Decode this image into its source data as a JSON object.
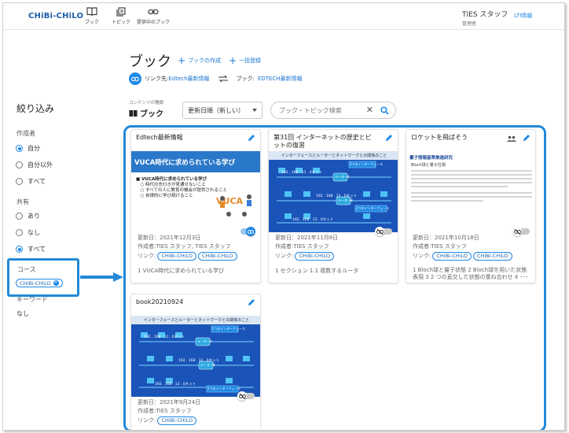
{
  "header": {
    "logo": "CHiBi-CHiLO",
    "nav": [
      {
        "label": "ブック",
        "icon": "book-open-icon"
      },
      {
        "label": "トピック",
        "icon": "library-icon"
      },
      {
        "label": "提供中のブック",
        "icon": "link-icon"
      }
    ],
    "user_name": "TIES スタッフ",
    "user_role": "管理者",
    "lti_label": "LTI情報"
  },
  "page": {
    "title": "ブック",
    "create_book": "ブックの作成",
    "bulk_register": "一括登録",
    "link_prefix": "リンク先:",
    "link_target": "Edtech最新情報",
    "book_prefix": "ブック:",
    "book_target": "EDTECH最新情報"
  },
  "toolbar": {
    "content_type_label": "コンテンツの種類",
    "content_type": "ブック",
    "sort_value": "更新日順（新しい）",
    "search_placeholder": "ブック・トピック検索"
  },
  "filter": {
    "title": "絞り込み",
    "author_label": "作成者",
    "author_options": [
      "自分",
      "自分以外",
      "すべて"
    ],
    "author_selected": 0,
    "share_label": "共有",
    "share_options": [
      "あり",
      "なし",
      "すべて"
    ],
    "share_selected": 2,
    "course_label": "コース",
    "course_chip": "CHiBi-CHiLO",
    "keyword_label": "キーワード",
    "keyword_value": "なし"
  },
  "cards": [
    {
      "title": "Edtech最新情報",
      "thumb": "vuca",
      "thumb_heading": "VUCA時代に求められている学び",
      "thumb_lines": [
        "■ VUCA時代に求められている学び",
        "　○ 時代の先行きが見通せないこと",
        "　○ すべての人に教育の機会が提供されること",
        "　○ 自律的に学び続けること"
      ],
      "thumb_art": "VUCA",
      "updated": "更新日：2021年12月3日",
      "author": "作成者:TIES スタッフ, TIES スタッフ",
      "link_label": "リンク:",
      "chips": [
        "CHiBi-CHiLO",
        "CHiBi-CHiLO"
      ],
      "desc": "1 VUCA時代に求められている学び",
      "shared": true
    },
    {
      "title": "第31回 インターネットの歴史とビットの復習",
      "thumb": "network",
      "thumb_caption": "インターフェースとルーターとネットワークとの関係のこと",
      "updated": "更新日：2021年11月8日",
      "author": "作成者:TIES スタッフ",
      "link_label": "リンク:",
      "chips": [
        "CHiBi-CHiLO"
      ],
      "desc": "1 セクション 1.1 複数するルータ",
      "shared": false
    },
    {
      "title": "ロケットを飛ばそう",
      "thumb": "paper",
      "thumb_title": "量子情報基準推進研究",
      "thumb_subtitle": "Bloch球と量子位相",
      "updated": "更新日：2021年10月18日",
      "author": "作成者:TIES スタッフ",
      "link_label": "リンク:",
      "chips": [
        "CHiBi-CHiLO",
        "CHiBi-CHiLO"
      ],
      "desc": "1 Bloch球と量子状態 2 Bloch球を用いた状態表現 3 2 つの直交した状態の重ね合わせ 4 ･･･",
      "shared": false,
      "has_group_icon": true
    },
    {
      "title": "book20210924",
      "thumb": "network",
      "thumb_caption": "インターフェースとルーターとネットワークとの関係のこと",
      "updated": "更新日：2021年9月24日",
      "author": "作成者:TIES スタッフ",
      "link_label": "リンク:",
      "chips": [
        "CHiBi-CHiLO"
      ],
      "desc": "",
      "shared": false
    }
  ],
  "network_labels": {
    "net1": "192 . 168 . 11 . 0ネット",
    "net2": "192 . 168 . 12 . 0ネット",
    "net3": "192 . 168 . 13 . 0ネット",
    "router_a": "ルーターA",
    "router_b": "ルーターB",
    "if1": "2つのインターフェース",
    "if2": "2つのインターフェース"
  },
  "colors": {
    "accent": "#1e88e5",
    "highlight_border": "#2289d8",
    "network_bg": "#1a54b8"
  }
}
